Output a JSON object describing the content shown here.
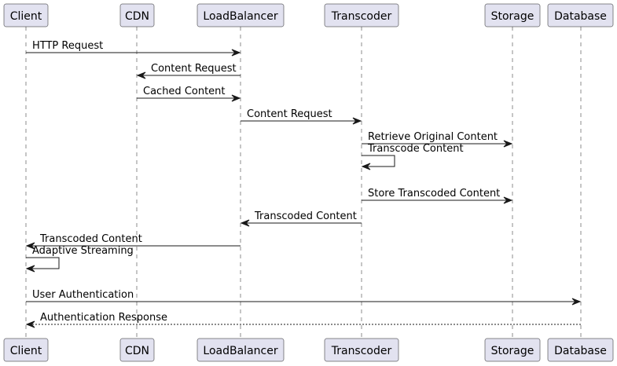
{
  "participants": [
    {
      "id": "client",
      "label": "Client"
    },
    {
      "id": "cdn",
      "label": "CDN"
    },
    {
      "id": "loadbalancer",
      "label": "LoadBalancer"
    },
    {
      "id": "transcoder",
      "label": "Transcoder"
    },
    {
      "id": "storage",
      "label": "Storage"
    },
    {
      "id": "database",
      "label": "Database"
    }
  ],
  "messages": [
    {
      "from": "client",
      "to": "loadbalancer",
      "label": "HTTP Request",
      "style": "solid"
    },
    {
      "from": "loadbalancer",
      "to": "cdn",
      "label": "Content Request",
      "style": "solid"
    },
    {
      "from": "cdn",
      "to": "loadbalancer",
      "label": "Cached Content",
      "style": "solid"
    },
    {
      "from": "loadbalancer",
      "to": "transcoder",
      "label": "Content Request",
      "style": "solid"
    },
    {
      "from": "transcoder",
      "to": "storage",
      "label": "Retrieve Original Content",
      "style": "solid"
    },
    {
      "from": "transcoder",
      "to": "transcoder",
      "label": "Transcode Content",
      "style": "solid"
    },
    {
      "from": "transcoder",
      "to": "storage",
      "label": "Store Transcoded Content",
      "style": "solid"
    },
    {
      "from": "transcoder",
      "to": "loadbalancer",
      "label": "Transcoded Content",
      "style": "solid"
    },
    {
      "from": "loadbalancer",
      "to": "client",
      "label": "Transcoded Content",
      "style": "solid"
    },
    {
      "from": "client",
      "to": "client",
      "label": "Adaptive Streaming",
      "style": "solid"
    },
    {
      "from": "client",
      "to": "database",
      "label": "User Authentication",
      "style": "solid"
    },
    {
      "from": "database",
      "to": "client",
      "label": "Authentication Response",
      "style": "dashed"
    }
  ]
}
